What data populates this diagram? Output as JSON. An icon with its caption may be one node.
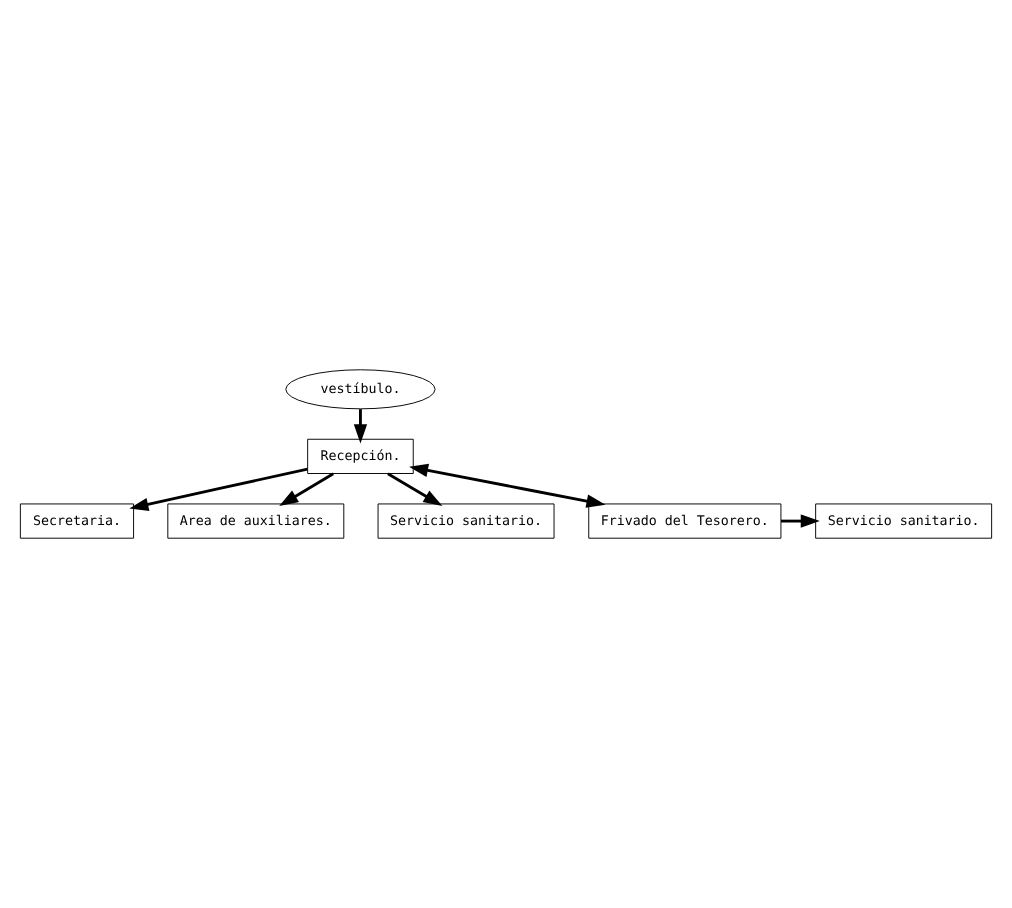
{
  "diagram": {
    "nodes": [
      {
        "text": [
          "vestíbulo."
        ]
      },
      {
        "text": [
          "Recepción."
        ]
      },
      {
        "text": [
          "Secretaria."
        ]
      },
      {
        "text": [
          "Area de auxiliares."
        ]
      },
      {
        "text": [
          "Servicio sanitario."
        ]
      },
      {
        "text": [
          "Servicio sanitario."
        ]
      },
      {
        "text": [
          "Frivado del Tesorero."
        ]
      }
    ],
    "edges": [
      {
        "from": 0,
        "to": 1,
        "arrow": "to"
      },
      {
        "from": 1,
        "to": 2,
        "arrow": "to"
      },
      {
        "from": 1,
        "to": 3,
        "arrow": "to"
      },
      {
        "from": 1,
        "to": 4,
        "arrow": "to"
      },
      {
        "from": 1,
        "to": 6,
        "arrow": "both"
      },
      {
        "from": 6,
        "to": 5,
        "arrow": "to"
      }
    ]
  }
}
